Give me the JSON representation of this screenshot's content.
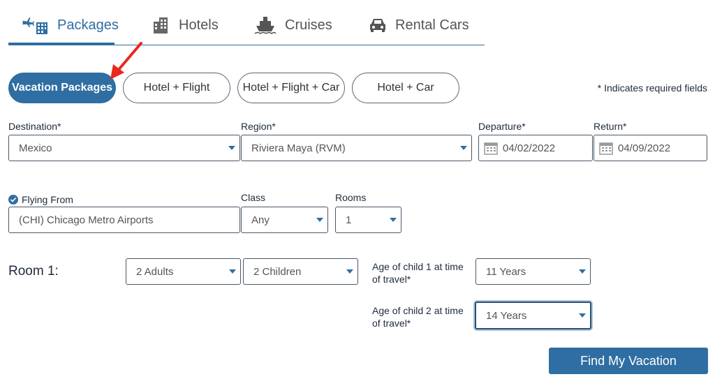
{
  "tabs": [
    {
      "label": "Packages",
      "icon": "plane-building-icon",
      "active": true
    },
    {
      "label": "Hotels",
      "icon": "building-icon"
    },
    {
      "label": "Cruises",
      "icon": "ship-icon"
    },
    {
      "label": "Rental Cars",
      "icon": "car-icon"
    }
  ],
  "package_types": [
    "Vacation Packages",
    "Hotel + Flight",
    "Hotel + Flight + Car",
    "Hotel + Car"
  ],
  "required_note": "* Indicates required fields",
  "destination": {
    "label": "Destination*",
    "value": "Mexico"
  },
  "region": {
    "label": "Region*",
    "value": "Riviera Maya (RVM)"
  },
  "departure": {
    "label": "Departure*",
    "value": "04/02/2022"
  },
  "return": {
    "label": "Return*",
    "value": "04/09/2022"
  },
  "flying_from": {
    "label": "Flying From",
    "value": "(CHI) Chicago Metro Airports",
    "checked": true
  },
  "class_field": {
    "label": "Class",
    "value": "Any"
  },
  "rooms": {
    "label": "Rooms",
    "value": "1"
  },
  "room1": {
    "label": "Room 1:",
    "adults": "2 Adults",
    "children": "2 Children",
    "child1_label": "Age of child 1 at time of travel*",
    "child1_value": "11 Years",
    "child2_label": "Age of child 2 at time of travel*",
    "child2_value": "14 Years"
  },
  "submit_label": "Find My Vacation",
  "colors": {
    "accent": "#2f6ea3",
    "annotation_arrow": "#e8291c"
  }
}
